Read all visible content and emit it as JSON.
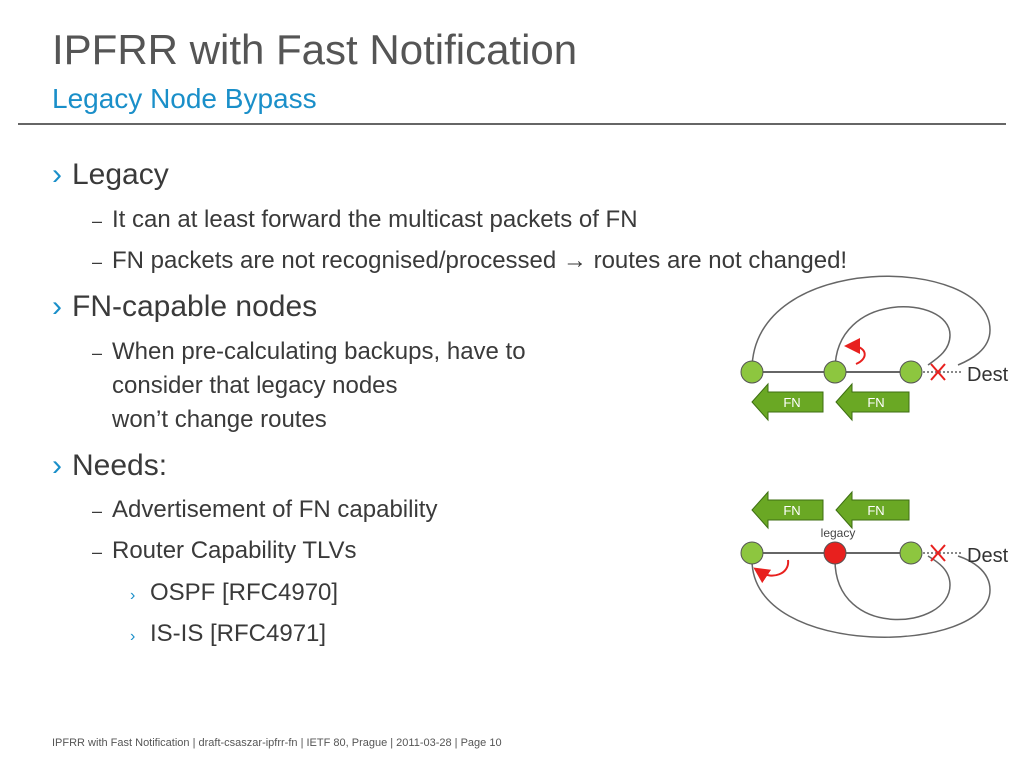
{
  "slide": {
    "title": "IPFRR with Fast Notification",
    "subtitle": "Legacy Node Bypass"
  },
  "bullets": {
    "legacy": {
      "label": "Legacy",
      "items": [
        "It can at least forward the multicast packets of FN",
        "FN packets are not recognised/processed",
        "routes are not changed!"
      ]
    },
    "fn_capable": {
      "label": "FN-capable nodes",
      "items": [
        "When pre-calculating backups, have to",
        "consider that legacy nodes",
        "won’t change routes"
      ]
    },
    "needs": {
      "label": "Needs:",
      "items": [
        "Advertisement of FN capability",
        "Router Capability TLVs"
      ],
      "subitems": [
        "OSPF [RFC4970]",
        "IS-IS [RFC4971]"
      ]
    }
  },
  "markers": {
    "level1": "›",
    "level2": "–",
    "level3": "›",
    "implies": "→"
  },
  "diagram_top": {
    "dest_label": "Dest",
    "fn_arrows": [
      "FN",
      "FN"
    ]
  },
  "diagram_bottom": {
    "dest_label": "Dest",
    "fn_arrows": [
      "FN",
      "FN"
    ],
    "legacy_label": "legacy"
  },
  "colors": {
    "accent": "#1a8fc9",
    "node_green": "#8dc63f",
    "node_legacy": "#e8201e",
    "arrow_fill": "#6aa824",
    "arrow_text": "#ffffff",
    "failure_x": "#e8201e"
  },
  "footer": {
    "text": "IPFRR with Fast Notification  |  draft-csaszar-ipfrr-fn  |  IETF 80, Prague  |  2011-03-28  |  Page 10"
  }
}
